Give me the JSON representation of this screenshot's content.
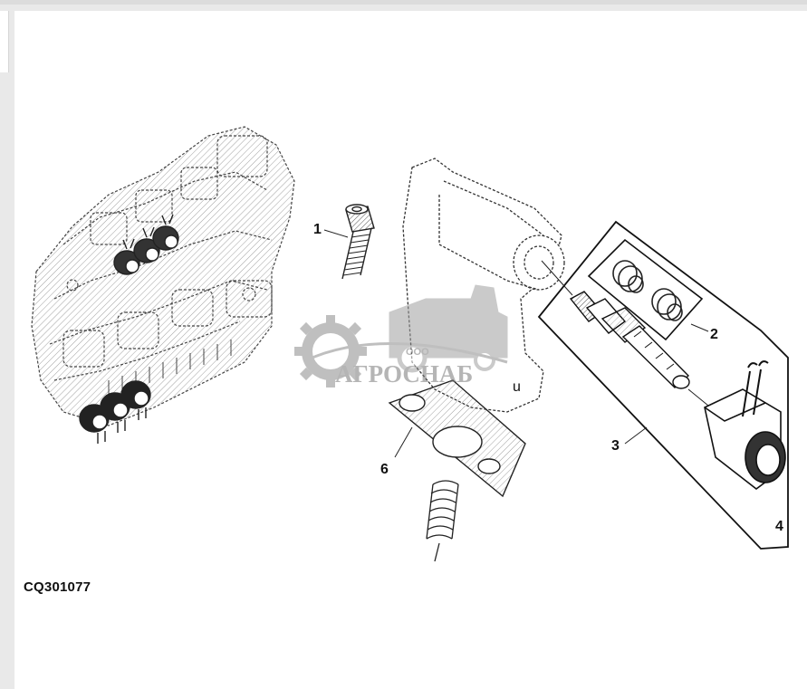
{
  "figure_id": "CQ301077",
  "callouts": {
    "c1": "1",
    "c2": "2",
    "c3": "3",
    "c4": "4",
    "c6": "6",
    "cu": "u"
  },
  "watermark": {
    "company_prefix": "ООО",
    "company_name": "АГРОСНАБ",
    "color": "#8c8c8c"
  },
  "colors": {
    "line": "#333333",
    "panel": "#ffffff",
    "background": "#e9e9e9"
  }
}
